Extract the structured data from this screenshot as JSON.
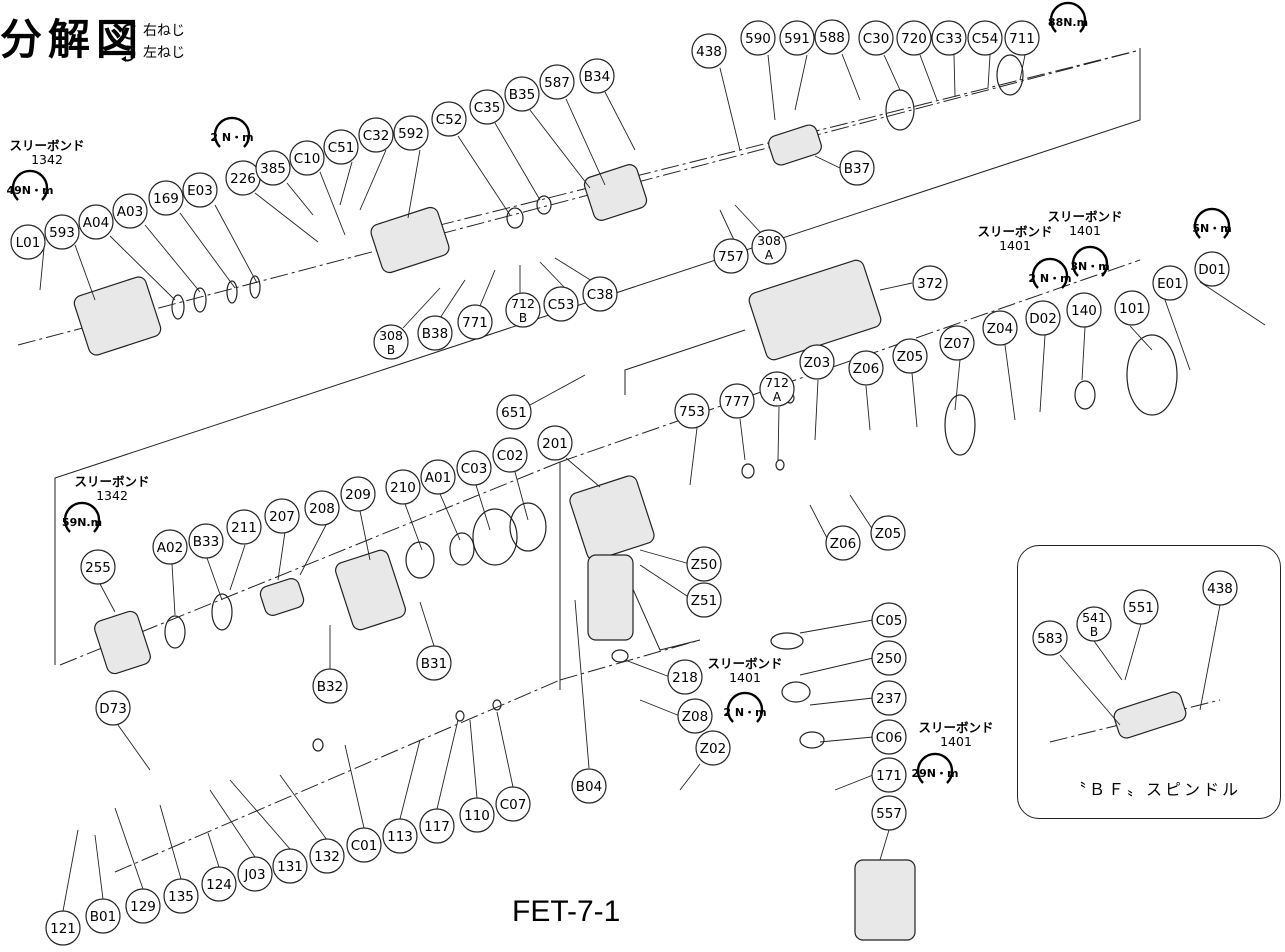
{
  "header": {
    "title": "分解図",
    "legend": [
      {
        "icon": "right-screw-icon",
        "label": "右ねじ"
      },
      {
        "icon": "left-screw-icon",
        "label": "左ねじ"
      }
    ]
  },
  "model": "FET-7-1",
  "inset_label": "〝ＢＦ〟スピンドル",
  "torques": [
    {
      "text": "2 N・m",
      "dir": "cw"
    },
    {
      "text": "49N・m",
      "dir": "ccw"
    },
    {
      "text": "59N.m",
      "dir": "ccw"
    },
    {
      "text": "88N.m",
      "dir": "cw"
    },
    {
      "text": "5N・m",
      "dir": "cw"
    },
    {
      "text": "2 N・m",
      "dir": "cw"
    },
    {
      "text": "3N・m",
      "dir": "ccw"
    },
    {
      "text": "2 N・m",
      "dir": "cw"
    },
    {
      "text": "29N・m",
      "dir": "cw"
    }
  ],
  "adhesives": [
    {
      "text": "スリーボンド",
      "num": "1342"
    },
    {
      "text": "スリーボンド",
      "num": "1342"
    },
    {
      "text": "スリーボンド",
      "num": "1401"
    },
    {
      "text": "スリーボンド",
      "num": "1401"
    },
    {
      "text": "スリーボンド",
      "num": "1401"
    },
    {
      "text": "スリーボンド",
      "num": "1401"
    }
  ],
  "parts": [
    {
      "n": "L01"
    },
    {
      "n": "593"
    },
    {
      "n": "A04"
    },
    {
      "n": "A03"
    },
    {
      "n": "169"
    },
    {
      "n": "E03"
    },
    {
      "n": "226"
    },
    {
      "n": "385"
    },
    {
      "n": "C10"
    },
    {
      "n": "C51"
    },
    {
      "n": "C32"
    },
    {
      "n": "592"
    },
    {
      "n": "C52"
    },
    {
      "n": "C35"
    },
    {
      "n": "B35"
    },
    {
      "n": "587"
    },
    {
      "n": "B34"
    },
    {
      "n": "438"
    },
    {
      "n": "590"
    },
    {
      "n": "591"
    },
    {
      "n": "588"
    },
    {
      "n": "C30"
    },
    {
      "n": "720"
    },
    {
      "n": "C33"
    },
    {
      "n": "C54"
    },
    {
      "n": "711"
    },
    {
      "n": "B37"
    },
    {
      "n": "757"
    },
    {
      "n": "308",
      "s": "A"
    },
    {
      "n": "308",
      "s": "B"
    },
    {
      "n": "B38"
    },
    {
      "n": "771"
    },
    {
      "n": "712",
      "s": "B"
    },
    {
      "n": "C53"
    },
    {
      "n": "C38"
    },
    {
      "n": "372"
    },
    {
      "n": "D01"
    },
    {
      "n": "E01"
    },
    {
      "n": "101"
    },
    {
      "n": "140"
    },
    {
      "n": "D02"
    },
    {
      "n": "Z04"
    },
    {
      "n": "Z07"
    },
    {
      "n": "Z05"
    },
    {
      "n": "Z06"
    },
    {
      "n": "Z03"
    },
    {
      "n": "712",
      "s": "A"
    },
    {
      "n": "777"
    },
    {
      "n": "753"
    },
    {
      "n": "651"
    },
    {
      "n": "201"
    },
    {
      "n": "C02"
    },
    {
      "n": "C03"
    },
    {
      "n": "A01"
    },
    {
      "n": "210"
    },
    {
      "n": "209"
    },
    {
      "n": "208"
    },
    {
      "n": "207"
    },
    {
      "n": "211"
    },
    {
      "n": "B33"
    },
    {
      "n": "A02"
    },
    {
      "n": "255"
    },
    {
      "n": "B32"
    },
    {
      "n": "B31"
    },
    {
      "n": "Z05"
    },
    {
      "n": "Z06"
    },
    {
      "n": "Z50"
    },
    {
      "n": "Z51"
    },
    {
      "n": "C05"
    },
    {
      "n": "250"
    },
    {
      "n": "237"
    },
    {
      "n": "C06"
    },
    {
      "n": "171"
    },
    {
      "n": "557"
    },
    {
      "n": "218"
    },
    {
      "n": "Z08"
    },
    {
      "n": "Z02"
    },
    {
      "n": "B04"
    },
    {
      "n": "D73"
    },
    {
      "n": "121"
    },
    {
      "n": "B01"
    },
    {
      "n": "129"
    },
    {
      "n": "135"
    },
    {
      "n": "124"
    },
    {
      "n": "J03"
    },
    {
      "n": "131"
    },
    {
      "n": "132"
    },
    {
      "n": "C01"
    },
    {
      "n": "113"
    },
    {
      "n": "117"
    },
    {
      "n": "110"
    },
    {
      "n": "C07"
    },
    {
      "n": "583"
    },
    {
      "n": "541",
      "s": "B"
    },
    {
      "n": "551"
    },
    {
      "n": "438"
    }
  ]
}
